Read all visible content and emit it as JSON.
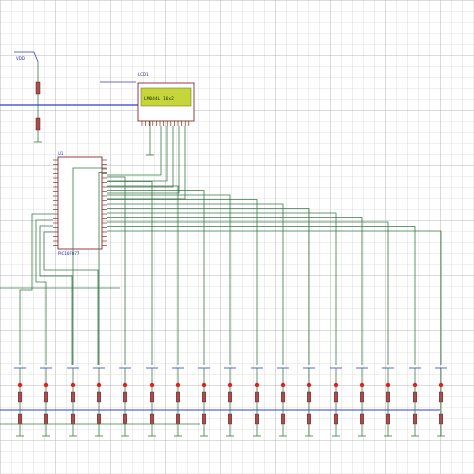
{
  "schematic": {
    "lcd_display_text": "LM044L  16x2",
    "lcd_ref": "LCD1",
    "mcu_ref": "U1",
    "mcu_part": "PIC16F877",
    "power_ref": "VDD",
    "channel_count": 17
  },
  "colors": {
    "grid_line": "#c6c6c6",
    "grid_major": "#a9a9a9",
    "wire_green": "#3a7a48",
    "wire_blue": "#2f3fd0",
    "part_outline": "#7a1010",
    "lcd_screen": "#c6d63a",
    "label_blue": "#2020c0",
    "resistor_fill": "#a05050",
    "led_red": "#e02020"
  }
}
